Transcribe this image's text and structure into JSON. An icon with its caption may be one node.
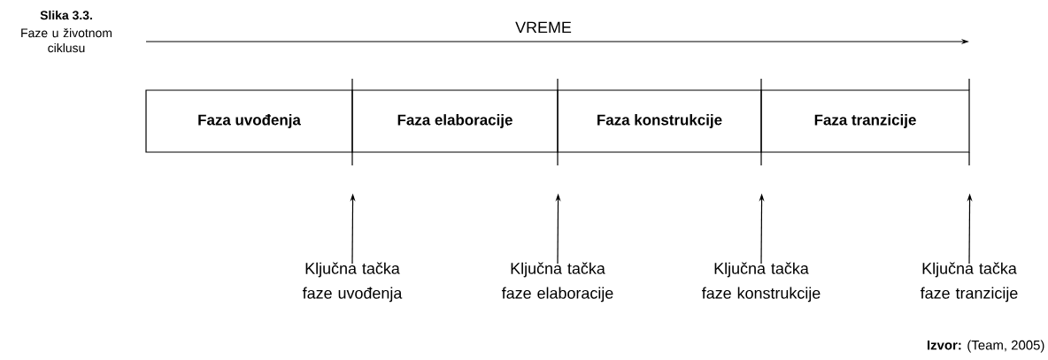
{
  "diagram": {
    "title": "Slika 3.3.",
    "caption": "Faze u životnom ciklusu",
    "nodes": [
      {
        "text": [
          "Faza uvođenja"
        ]
      },
      {
        "text": [
          "Faza elaboracije"
        ]
      },
      {
        "text": [
          "Faza konstrukcije"
        ]
      },
      {
        "text": [
          "Faza tranzicije"
        ]
      },
      {
        "text": [
          "Ključna tačka faze uvođenja"
        ]
      },
      {
        "text": [
          "Ključna tačka faze elaboracije"
        ]
      },
      {
        "text": [
          "Ključna tačka faze konstrukcije"
        ]
      },
      {
        "text": [
          "Ključna tačka faze tranzicije"
        ]
      }
    ],
    "edges": [
      {
        "from": 4,
        "to": 0,
        "arrow": "to"
      },
      {
        "from": 5,
        "to": 1,
        "arrow": "to"
      },
      {
        "from": 6,
        "to": 2,
        "arrow": "to"
      },
      {
        "from": 7,
        "to": 3,
        "arrow": "to"
      }
    ],
    "labels": [
      "VREME",
      "**Izvor:** (Team, 2005)"
    ]
  }
}
